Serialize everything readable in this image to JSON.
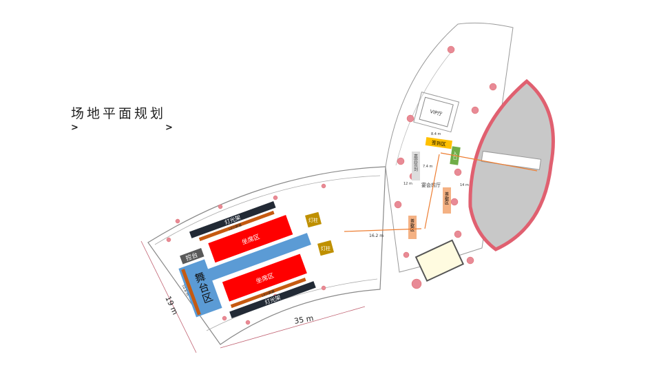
{
  "header": {
    "title": "场地平面规划",
    "arrow_left": ">",
    "arrow_right": ">"
  },
  "plan": {
    "stage": "舞台区",
    "console": "控台",
    "seating_top": "坐席区",
    "seating_bottom": "坐席区",
    "led_screen": "LED屏幕",
    "lighting_rack": "灯光架",
    "light_pillar": "灯柱",
    "vip_room": "VIP厅",
    "sign_in": "签到区",
    "entrance": "入口",
    "guest_sign": "嘉宾签到",
    "tea_break": "茶歇区",
    "foyer": "宴会前厅",
    "dimensions": {
      "width": "35 m",
      "depth": "19 m",
      "side": "10.8 m",
      "aisle": "16.2 m",
      "d1": "8.4 m",
      "d2": "7.4 m",
      "d3": "12 m",
      "d4": "14 m"
    }
  },
  "colors": {
    "stage": "#5b9bd5",
    "seating": "#ff0000",
    "led": "#c55a11",
    "rack": "#222a35",
    "pillar": "#bf9000",
    "console": "#595959",
    "sign_in": "#ffc000",
    "entrance": "#70ad47",
    "tea": "#f4b183",
    "wall": "#e06070",
    "arrow": "#ed7d31"
  }
}
